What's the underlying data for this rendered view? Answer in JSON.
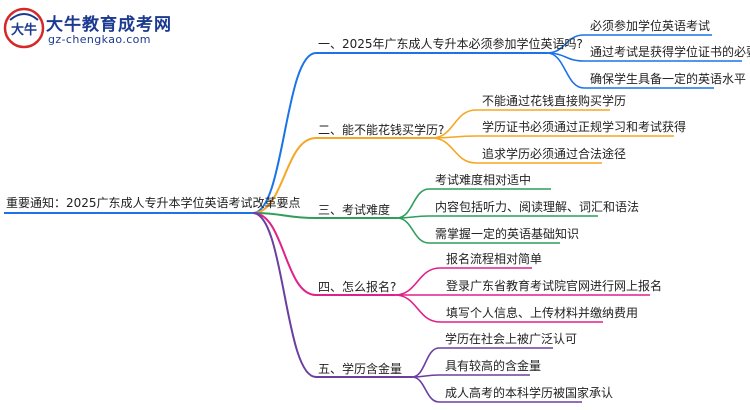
{
  "logo": {
    "mark_text": "大牛",
    "title": "大牛教育成考网",
    "url": "gz-chengkao.com"
  },
  "root": {
    "label": "重要通知：2025广东成人专升本学位英语考试改革要点"
  },
  "branches": [
    {
      "label": "一、2025年广东成人专升本必须参加学位英语吗?",
      "color": "#1a73e8",
      "children": [
        "必须参加学位英语考试",
        "通过考试是获得学位证书的必要条件",
        "确保学生具备一定的英语水平"
      ]
    },
    {
      "label": "二、能不能花钱买学历?",
      "color": "#f5a623",
      "children": [
        "不能通过花钱直接购买学历",
        "学历证书必须通过正规学习和考试获得",
        "追求学历必须通过合法途径"
      ]
    },
    {
      "label": "三、考试难度",
      "color": "#2e9e5b",
      "children": [
        "考试难度相对适中",
        "内容包括听力、阅读理解、词汇和语法",
        "需掌握一定的英语基础知识"
      ]
    },
    {
      "label": "四、怎么报名?",
      "color": "#e0218a",
      "children": [
        "报名流程相对简单",
        "登录广东省教育考试院官网进行网上报名",
        "填写个人信息、上传材料并缴纳费用"
      ]
    },
    {
      "label": "五、学历含金量",
      "color": "#6b3fa0",
      "children": [
        "学历在社会上被广泛认可",
        "具有较高的含金量",
        "成人高考的本科学历被国家承认"
      ]
    }
  ]
}
